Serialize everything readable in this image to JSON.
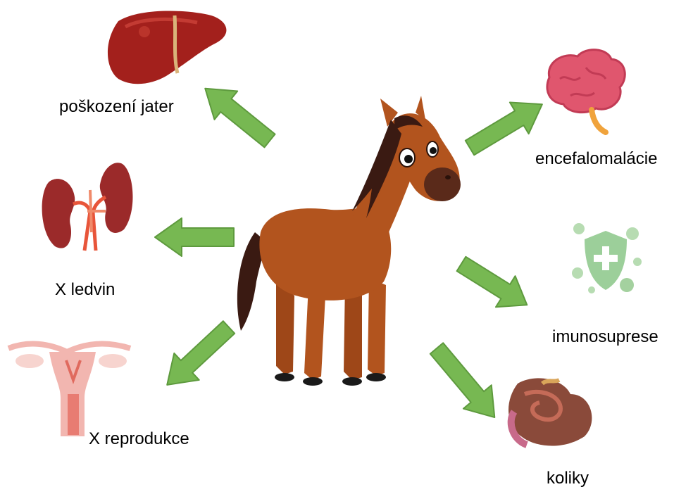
{
  "labels": {
    "liver": "poškození jater",
    "kidney": "X ledvin",
    "reproduction": "X reprodukce",
    "brain": "encefalomalácie",
    "immune": "imunosuprese",
    "colic": "koliky"
  },
  "colors": {
    "arrow_fill": "#77b852",
    "arrow_stroke": "#5e9a3e",
    "horse_body": "#b2541e",
    "horse_mane": "#3a1a12",
    "liver": "#a3201c",
    "kidney": "#9b2a2a",
    "brain": "#e0566e",
    "immune": "#9ccf9a",
    "uterus": "#f2b6b0",
    "intestine": "#8a4a3a"
  },
  "icons": {
    "center": "horse-icon",
    "liver": "liver-icon",
    "kidney": "kidneys-icon",
    "reproduction": "uterus-icon",
    "brain": "brain-icon",
    "immune": "immune-shield-icon",
    "colic": "intestines-icon"
  }
}
